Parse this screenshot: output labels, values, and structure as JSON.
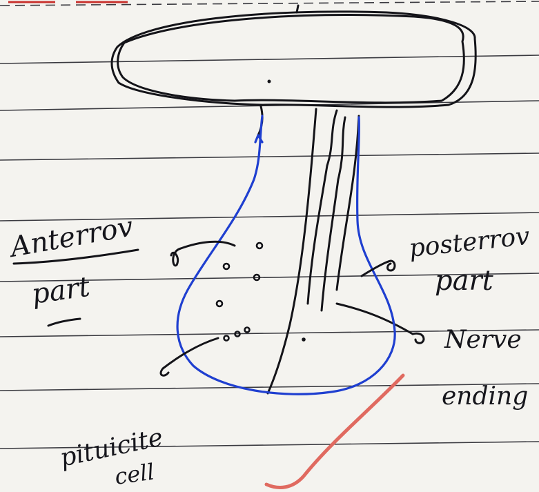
{
  "labels": {
    "anterior_line1": "Anterrov",
    "anterior_line2": "part",
    "posterior_line1": "posterrov",
    "posterior_line2": "part",
    "nerve_line1": "Nerve",
    "nerve_line2": "ending",
    "pituicyte_line1": "pituicite",
    "pituicyte_line2": "cell"
  },
  "colors": {
    "paper": "#f4f3ef",
    "rule_line": "#2b2b30",
    "ink_black": "#141419",
    "ink_blue": "#1f3fd0",
    "ink_red": "#e06a60",
    "margin_red": "#c8322e"
  }
}
